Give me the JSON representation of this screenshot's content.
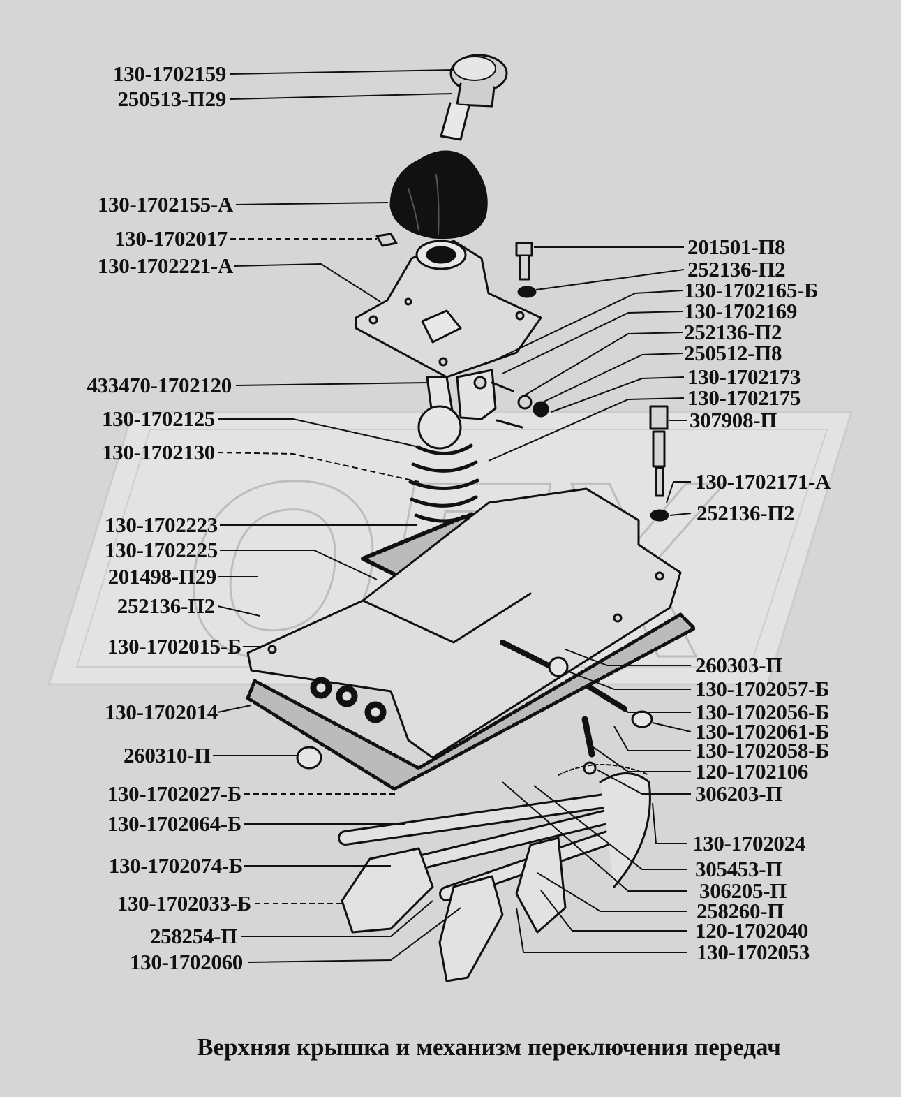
{
  "title": "Верхняя крышка и механизм  переключения передач",
  "watermark": "OEX",
  "labels_left": [
    "130-1702159",
    "250513-П29",
    "130-1702155-А",
    "130-1702017",
    "130-1702221-А",
    "433470-1702120",
    "130-1702125",
    "130-1702130",
    "130-1702223",
    "130-1702225",
    "201498-П29",
    "252136-П2",
    "130-1702015-Б",
    "130-1702014",
    "260310-П",
    "130-1702027-Б",
    "130-1702064-Б",
    "130-1702074-Б",
    "130-1702033-Б",
    "258254-П",
    "130-1702060"
  ],
  "labels_right": [
    "201501-П8",
    "252136-П2",
    "130-1702165-Б",
    "130-1702169",
    "252136-П2",
    "250512-П8",
    "130-1702173",
    "130-1702175",
    "307908-П",
    "130-1702171-А",
    "252136-П2",
    "260303-П",
    "130-1702057-Б",
    "130-1702056-Б",
    "130-1702061-Б",
    "130-1702058-Б",
    "120-1702106",
    "306203-П",
    "130-1702024",
    "305453-П",
    "306205-П",
    "258260-П",
    "120-1702040",
    "130-1702053"
  ]
}
